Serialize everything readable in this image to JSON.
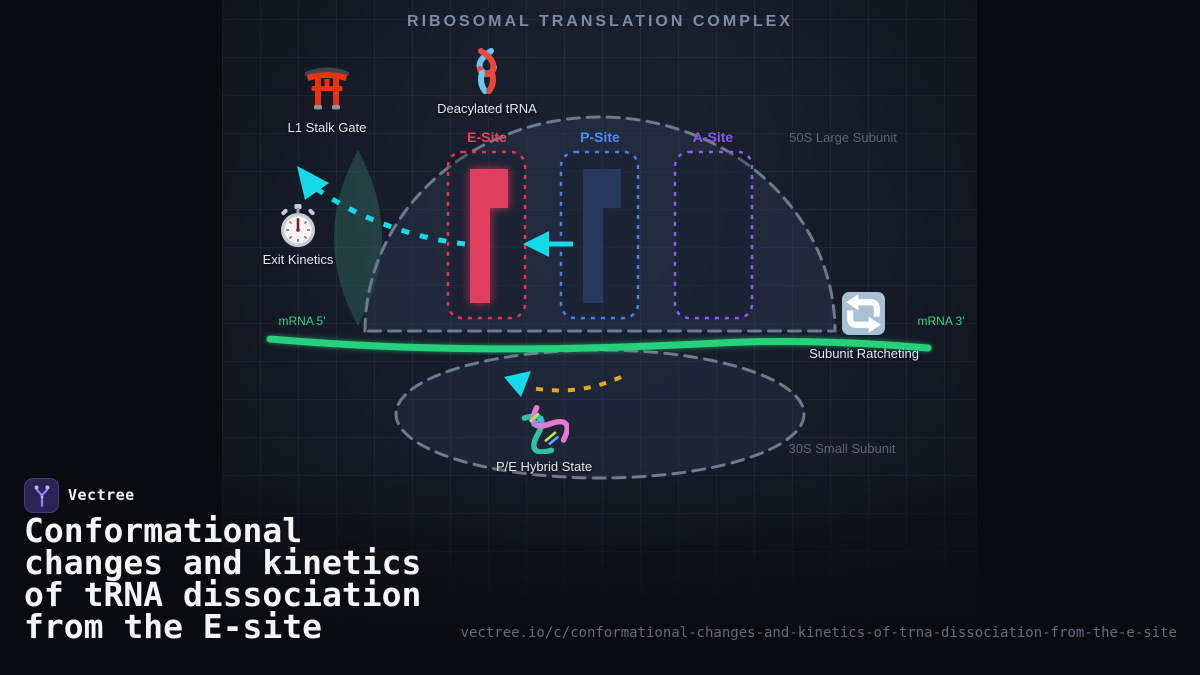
{
  "diagram": {
    "title": "RIBOSOMAL TRANSLATION COMPLEX",
    "subunits": {
      "large": "50S Large Subunit",
      "small": "30S Small Subunit"
    },
    "sites": [
      {
        "id": "e-site",
        "label": "E-Site",
        "color": "#ef304e",
        "occupant": "deacylated tRNA"
      },
      {
        "id": "p-site",
        "label": "P-Site",
        "color": "#3f83f6",
        "occupant": "tRNA"
      },
      {
        "id": "a-site",
        "label": "A-Site",
        "color": "#8b5cf6",
        "occupant": ""
      }
    ],
    "annotations": [
      {
        "id": "l1-stalk-gate",
        "label": "L1 Stalk Gate",
        "icon": "torii-gate-icon"
      },
      {
        "id": "deacylated-trna",
        "label": "Deacylated tRNA",
        "icon": "knot-icon"
      },
      {
        "id": "exit-kinetics",
        "label": "Exit Kinetics",
        "icon": "stopwatch-icon"
      },
      {
        "id": "subunit-ratcheting",
        "label": "Subunit Ratcheting",
        "icon": "ratchet-arrows-icon"
      },
      {
        "id": "pe-hybrid-state",
        "label": "P/E Hybrid State",
        "icon": "dna-helix-icon"
      }
    ],
    "mrna": {
      "five_prime": "mRNA 5'",
      "three_prime": "mRNA 3'",
      "color": "#27d17c"
    },
    "accent_colors": {
      "cyan": "#15dbe8",
      "gold": "#e2ae14"
    }
  },
  "branding": {
    "name": "Vectree",
    "heading": "Conformational changes and kinetics of tRNA dissociation from the E-site",
    "heading_lines": [
      "Conformational",
      "changes and kinetics",
      "of tRNA dissociation",
      "from the E-site"
    ],
    "url": "vectree.io/c/conformational-changes-and-kinetics-of-trna-dissociation-from-the-e-site"
  }
}
